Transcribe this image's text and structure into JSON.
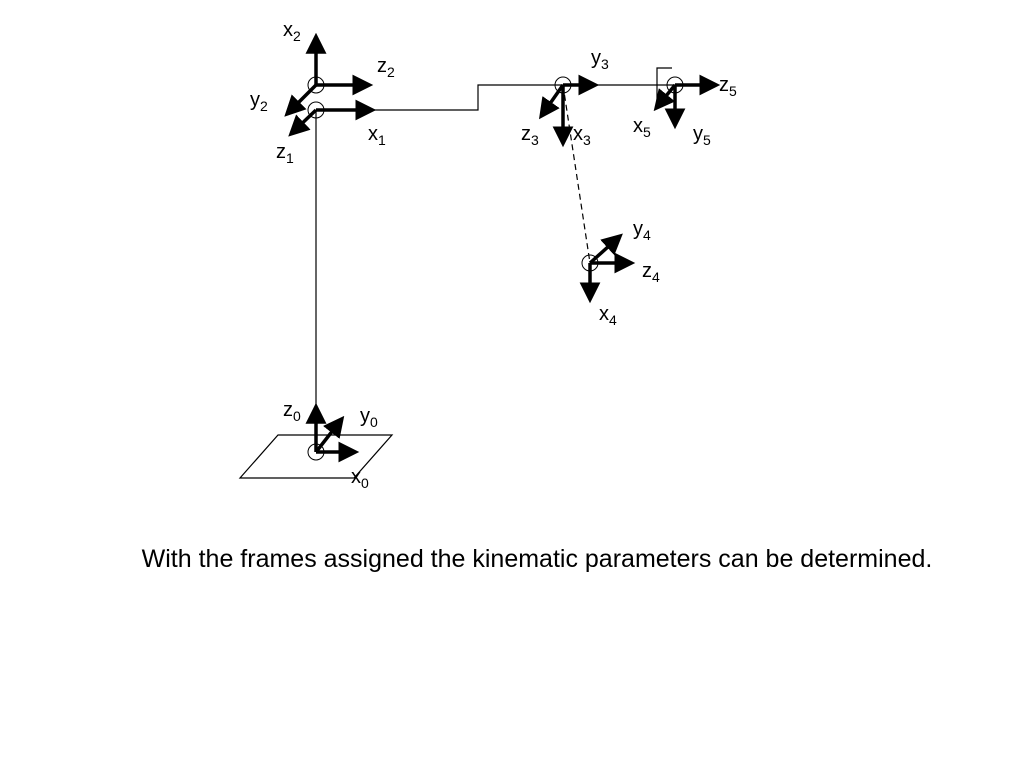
{
  "caption": "With the frames assigned the kinematic parameters can be determined.",
  "frames": [
    {
      "id": "frame-0",
      "axes": [
        {
          "letter": "z",
          "sub": "0"
        },
        {
          "letter": "y",
          "sub": "0"
        },
        {
          "letter": "x",
          "sub": "0"
        }
      ]
    },
    {
      "id": "frame-1",
      "axes": [
        {
          "letter": "x",
          "sub": "1"
        },
        {
          "letter": "z",
          "sub": "1"
        }
      ]
    },
    {
      "id": "frame-2",
      "axes": [
        {
          "letter": "x",
          "sub": "2"
        },
        {
          "letter": "z",
          "sub": "2"
        },
        {
          "letter": "y",
          "sub": "2"
        }
      ]
    },
    {
      "id": "frame-3",
      "axes": [
        {
          "letter": "y",
          "sub": "3"
        },
        {
          "letter": "z",
          "sub": "3"
        },
        {
          "letter": "x",
          "sub": "3"
        }
      ]
    },
    {
      "id": "frame-4",
      "axes": [
        {
          "letter": "y",
          "sub": "4"
        },
        {
          "letter": "z",
          "sub": "4"
        },
        {
          "letter": "x",
          "sub": "4"
        }
      ]
    },
    {
      "id": "frame-5",
      "axes": [
        {
          "letter": "z",
          "sub": "5"
        },
        {
          "letter": "x",
          "sub": "5"
        },
        {
          "letter": "y",
          "sub": "5"
        }
      ]
    }
  ]
}
